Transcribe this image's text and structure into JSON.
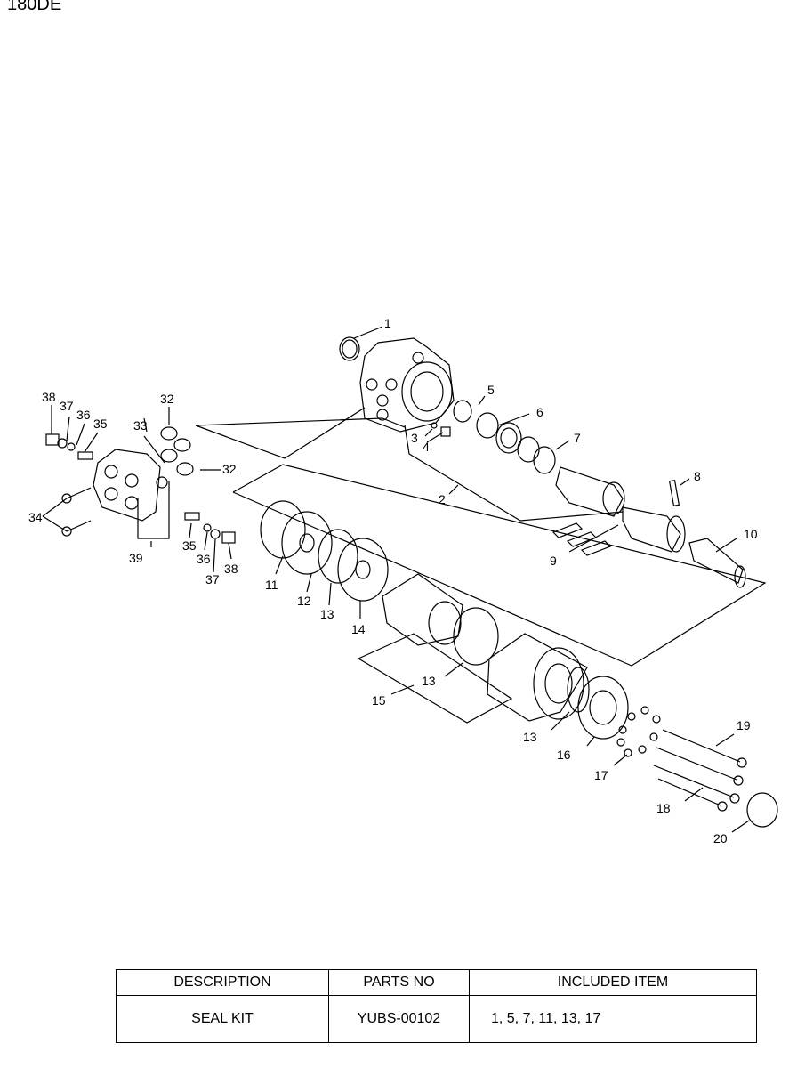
{
  "header": {
    "model": "180DE"
  },
  "labels": [
    "1",
    "2",
    "3",
    "4",
    "5",
    "6",
    "7",
    "8",
    "9",
    "10",
    "11",
    "12",
    "13",
    "13",
    "13",
    "14",
    "15",
    "16",
    "17",
    "18",
    "19",
    "20",
    "32",
    "32",
    "33",
    "34",
    "35",
    "35",
    "36",
    "36",
    "37",
    "37",
    "38",
    "38",
    "39"
  ],
  "table": {
    "headers": [
      "DESCRIPTION",
      "PARTS NO",
      "INCLUDED ITEM"
    ],
    "row": {
      "description": "SEAL KIT",
      "parts_no": "YUBS-00102",
      "included": "1, 5, 7, 11, 13, 17"
    }
  }
}
